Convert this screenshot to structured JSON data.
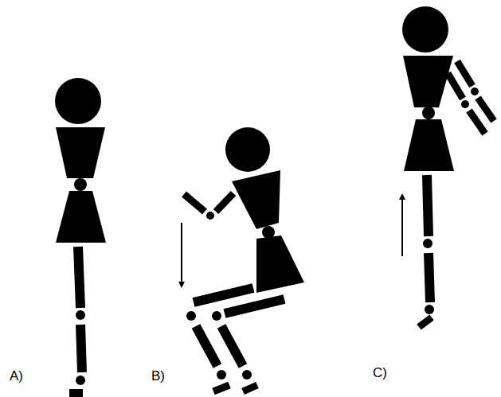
{
  "diagram": {
    "labels": [
      "A)",
      "B)",
      "C)"
    ]
  }
}
